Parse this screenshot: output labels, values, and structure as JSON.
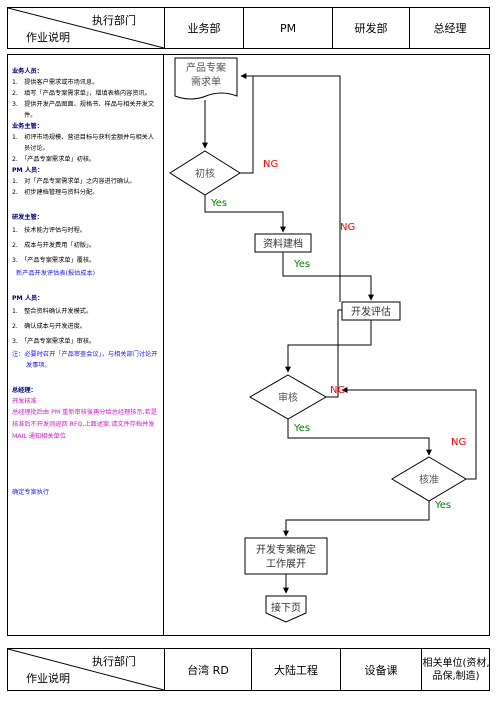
{
  "header": {
    "dept_label": "执行部门",
    "desc_label": "作业说明",
    "columns": [
      "业务部",
      "PM",
      "研发部",
      "总经理"
    ]
  },
  "left": {
    "sections": [
      {
        "title": "业务人员：",
        "items": [
          "1.　提供客户需求或市场讯息。",
          "2.　填写「产品专案需求单」，增填表格内容资讯。",
          "3.　提供开发产品图面、规格书、样品与相关开发文件。"
        ]
      },
      {
        "title": "业务主管：",
        "items": [
          "1.　初评市场规模、营运目标与获利金额并与相关人员讨论。",
          "2.　「产品专案需求单」初核。"
        ]
      },
      {
        "title": "PM 人员：",
        "items": [
          "1.　对「产品专案需求单」之内容进行确认。",
          "2.　初步建档管理与资料分配。"
        ]
      },
      {
        "title": "研发主管：",
        "items": [
          "1.　技术能力评估与时程。",
          "2.　成本与开发费用「初版」。",
          "3.　「产品专案需求单」覆核。"
        ],
        "note": "新产品开发评估表(报估成本)"
      },
      {
        "title": "PM 人员：",
        "items": [
          "1.　整合资料确认开发模式。",
          "2.　确认成本与开发进度。",
          "3.　「产品专案需求单」审核。"
        ],
        "note": "注：必要时召开「产品审查会议」，与相关部门讨论开发事项。"
      },
      {
        "title": "总经理：",
        "lines": [
          "开发核准",
          "总经理批后由 PM 重新审核後再分给总经理核示,若是核准后不开发则退回 RFQ,上面述案,请文件存档并发 MAIL 通知相关单位"
        ]
      }
    ],
    "footer_note": "确定专案执行"
  },
  "flow": {
    "doc": "产品专案\n需求单",
    "d1": "初核",
    "box1": "资料建档",
    "box2": "开发评估",
    "d2": "审核",
    "d3": "核准",
    "box3": "开发专案确定\n工作展开",
    "end": "接下页",
    "yes": "Yes",
    "ng": "NG"
  },
  "bottom": {
    "dept_label": "执行部门",
    "desc_label": "作业说明",
    "columns": [
      "台湾 RD",
      "大陆工程",
      "设备课",
      "相关单位(资材,品保,制造)"
    ]
  }
}
